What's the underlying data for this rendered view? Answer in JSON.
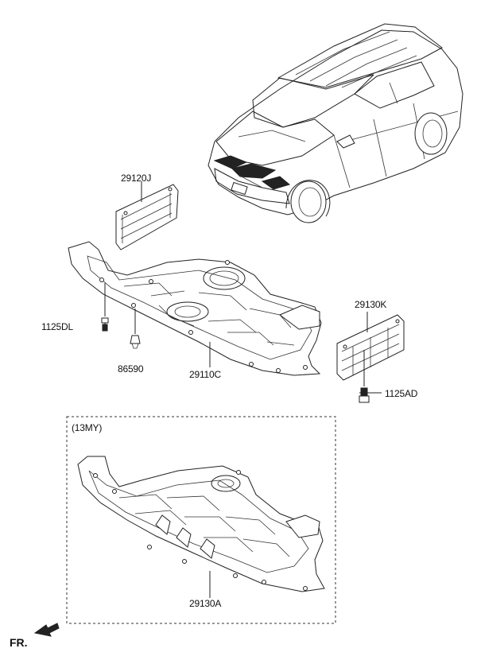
{
  "labels": {
    "p29120J": "29120J",
    "p1125DL": "1125DL",
    "p86590": "86590",
    "p29110C": "29110C",
    "p29130K": "29130K",
    "p1125AD": "1125AD",
    "p13MY": "(13MY)",
    "p29130A": "29130A",
    "fr": "FR."
  },
  "icons": {
    "front_arrow": "arrow-left-down-icon"
  }
}
